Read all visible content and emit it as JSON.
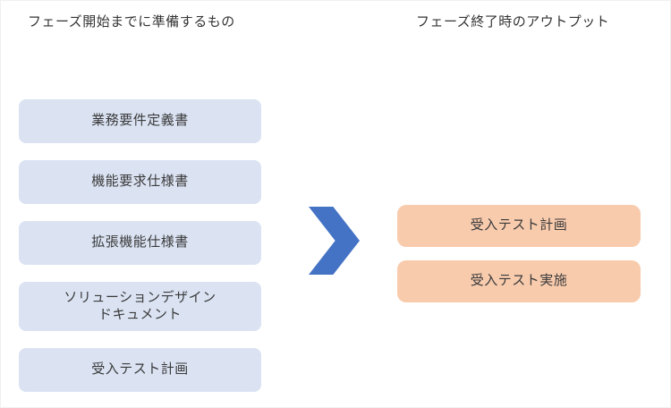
{
  "headers": {
    "left": "フェーズ開始までに準備するもの",
    "right": "フェーズ終了時のアウトプット"
  },
  "left_items": [
    {
      "label": "業務要件定義書"
    },
    {
      "label": "機能要求仕様書"
    },
    {
      "label": "拡張機能仕様書"
    },
    {
      "label": "ソリューションデザイン\nドキュメント"
    },
    {
      "label": "受入テスト計画"
    }
  ],
  "right_items": [
    {
      "label": "受入テスト計画"
    },
    {
      "label": "受入テスト実施"
    }
  ],
  "colors": {
    "left_box": "#dbe3f3",
    "right_box": "#f8cbad",
    "arrow": "#4472c4",
    "text": "#3a3a3a"
  }
}
